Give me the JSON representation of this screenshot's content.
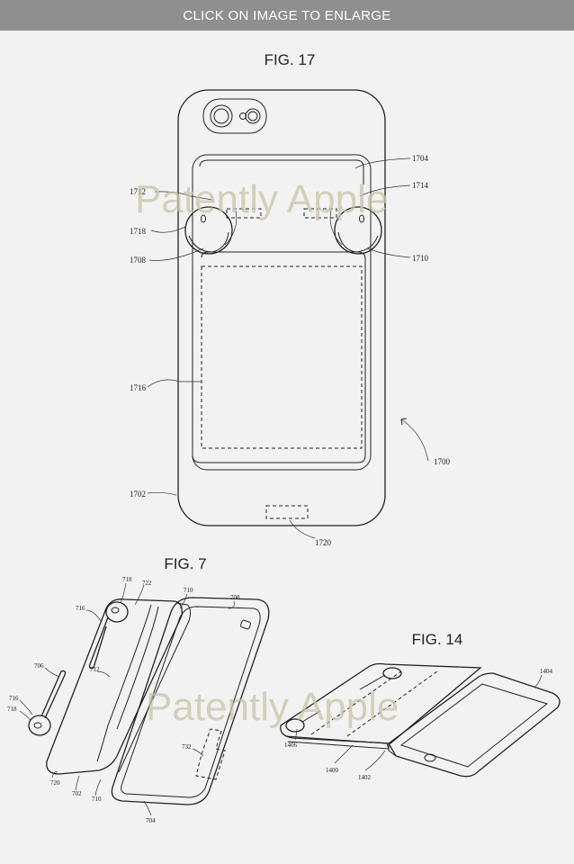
{
  "banner": {
    "text": "CLICK ON IMAGE TO ENLARGE"
  },
  "watermark": {
    "text": "Patently Apple"
  },
  "fig17": {
    "title": "FIG. 17",
    "labels": {
      "l1704": "1704",
      "l1714": "1714",
      "l1712": "1712",
      "l1718": "1718",
      "l1708": "1708",
      "l1710": "1710",
      "l1716": "1716",
      "l1700": "1700",
      "l1702": "1702",
      "l1720": "1720"
    }
  },
  "fig7": {
    "title": "FIG. 7",
    "labels": {
      "l718": "718",
      "l722": "722",
      "l710a": "710",
      "l708": "708",
      "l716a": "716",
      "l706": "706",
      "l712": "712",
      "l716b": "716",
      "l718b": "718",
      "l732": "732",
      "l720": "720",
      "l702": "702",
      "l710b": "710",
      "l704": "704"
    }
  },
  "fig14": {
    "title": "FIG. 14",
    "labels": {
      "l1404": "1404",
      "l1406": "1406",
      "l1400": "1400",
      "l1402": "1402"
    }
  }
}
